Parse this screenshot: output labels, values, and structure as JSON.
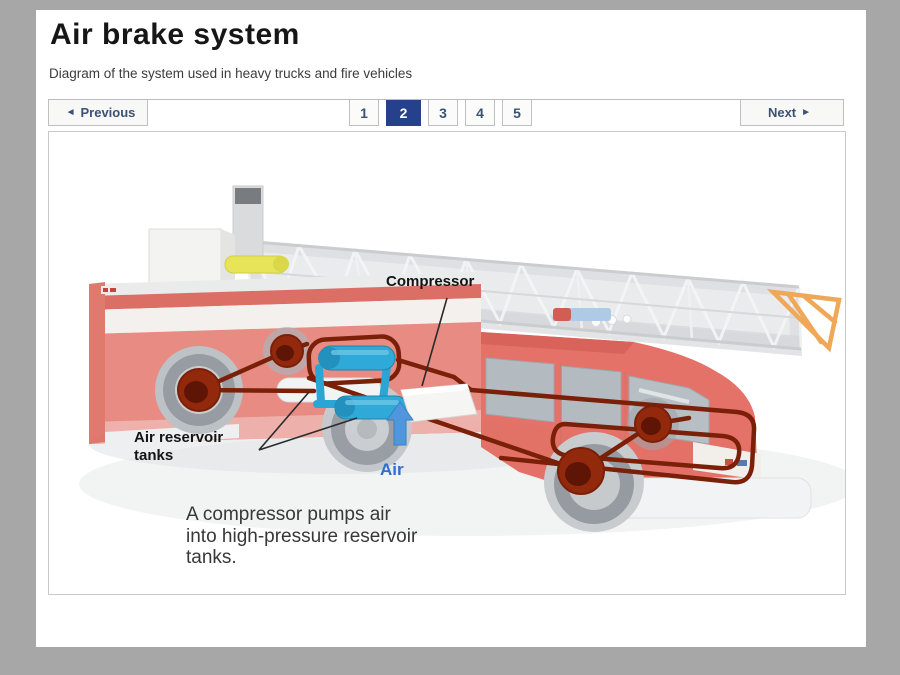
{
  "page": {
    "title": "Air brake system",
    "subtitle": "Diagram of the system used in heavy trucks and fire vehicles"
  },
  "nav": {
    "previous_arrow": "◄",
    "previous_label": "Previous",
    "next_label": "Next",
    "next_arrow": "►",
    "active_page": "2",
    "pages": [
      {
        "label": "1",
        "active": false
      },
      {
        "label": "2",
        "active": true
      },
      {
        "label": "3",
        "active": false
      },
      {
        "label": "4",
        "active": false
      },
      {
        "label": "5",
        "active": false
      }
    ]
  },
  "diagram": {
    "labels": {
      "compressor": "Compressor",
      "air_reservoir_line1": "Air reservoir",
      "air_reservoir_line2": "tanks",
      "air": "Air"
    },
    "caption": {
      "line1": "A compressor pumps air",
      "line2": "into high-pressure reservoir",
      "line3": "tanks."
    },
    "colors": {
      "brake_line": "#7a1f08",
      "brake_chamber": "#93290c",
      "reservoir_tank": "#2fa9d8",
      "air_arrow": "#4f96dc",
      "air_label_text": "#2f6fd0",
      "truck_body": "#e6837a",
      "cab_body": "#e2685d",
      "ladder": "#dcdee1",
      "outrigger_orange": "#eda24b",
      "hose_yellow": "#e6e24c",
      "nav_active": "#26418c",
      "nav_text": "#3a5276"
    }
  }
}
